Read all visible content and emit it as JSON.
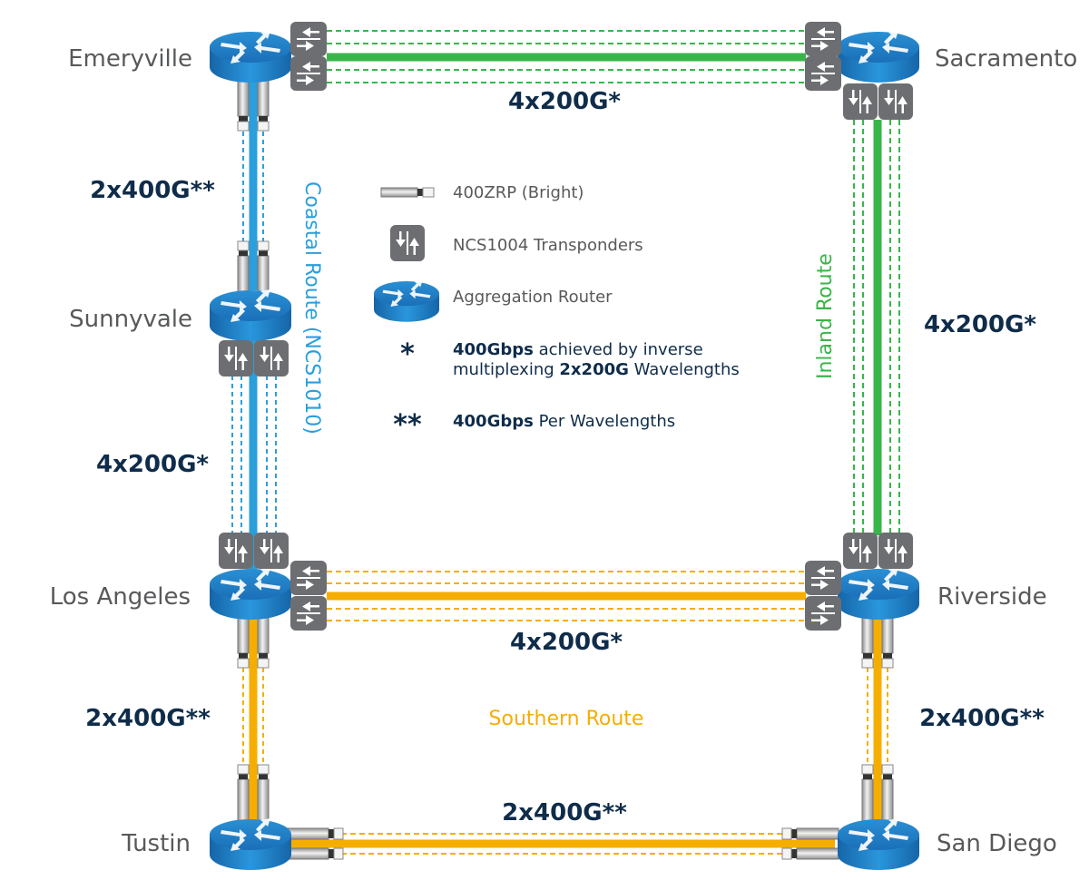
{
  "colors": {
    "coastal": "#2a9fdb",
    "inland": "#3ab54a",
    "southern": "#f5ae00",
    "label_dark": "#0f2c4a",
    "city_text": "#58595b",
    "transponder": "#6d6e71",
    "router": "#1d7fc3"
  },
  "cities": {
    "emeryville": "Emeryville",
    "sacramento": "Sacramento",
    "sunnyvale": "Sunnyvale",
    "los_angeles": "Los Angeles",
    "riverside": "Riverside",
    "tustin": "Tustin",
    "san_diego": "San Diego"
  },
  "routes": {
    "coastal": "Coastal Route (NCS1010)",
    "inland": "Inland Route",
    "southern": "Southern Route"
  },
  "links": {
    "emeryville_sacramento": "4x200G*",
    "emeryville_sunnyvale": "2x400G**",
    "sunnyvale_los_angeles": "4x200G*",
    "sacramento_riverside": "4x200G*",
    "los_angeles_riverside": "4x200G*",
    "los_angeles_tustin": "2x400G**",
    "riverside_san_diego": "2x400G**",
    "tustin_san_diego": "2x400G**"
  },
  "legend": {
    "zrp": "400ZRP (Bright)",
    "transponder": "NCS1004 Transponders",
    "router": "Aggregation Router",
    "single_star_symbol": "*",
    "single_star_bold1": "400Gbps",
    "single_star_text1": " achieved by inverse",
    "single_star_text2a": "multiplexing ",
    "single_star_bold2": "2x200G",
    "single_star_text2b": " Wavelengths",
    "double_star_symbol": "**",
    "double_star_bold": "400Gbps",
    "double_star_text": " Per Wavelengths"
  }
}
